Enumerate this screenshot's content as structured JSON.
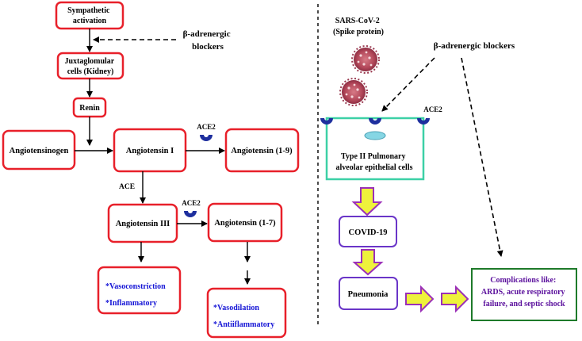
{
  "left": {
    "sympathetic": [
      "Sympathetic",
      "activation"
    ],
    "beta_blockers": [
      "β-adrenergic",
      "blockers"
    ],
    "juxtaglomular": [
      "Juxtaglomular",
      "cells (Kidney)"
    ],
    "renin": "Renin",
    "angiotensinogen": "Angiotensinogen",
    "angiotensin_1": "Angiotensin I",
    "ace2_top": "ACE2",
    "angiotensin_1_9": "Angiotensin (1-9)",
    "ace": "ACE",
    "angiotensin_3": "Angiotensin III",
    "ace2_mid": "ACE2",
    "angiotensin_1_7": "Angiotensin (1-7)",
    "effects_left": [
      "*Vasoconstriction",
      "*Inflammatory"
    ],
    "effects_right": [
      "*Vasodilation",
      "*Antiiflammatory"
    ]
  },
  "right": {
    "virus": [
      "SARS-CoV-2",
      "(Spike protein)"
    ],
    "beta_blockers": "β-adrenergic blockers",
    "ace2": "ACE2",
    "cell": [
      "Type II Pulmonary",
      "alveolar epithelial cells"
    ],
    "covid": "COVID-19",
    "pneumonia": "Pneumonia",
    "complications": [
      "Complications like:",
      "ARDS, acute respiratory",
      "failure, and septic shock"
    ]
  },
  "colors": {
    "box_border": "#e8202a",
    "cell_border": "#3cd0a6",
    "purple_border": "#6a35c8",
    "green_border": "#1e7a2a",
    "block_arrow": "#eef23c",
    "block_arrow_border": "#9b2fb8",
    "receptor": "#1e2f9e",
    "virus": "#b3485a"
  }
}
